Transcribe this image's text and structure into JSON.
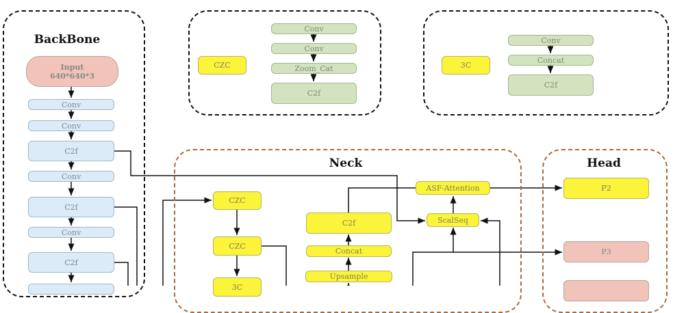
{
  "backbone": {
    "title": "BackBone",
    "input_label": "Input",
    "input_size": "640*640*3",
    "blocks": [
      "Conv",
      "Conv",
      "C2f",
      "Conv",
      "C2f",
      "Conv",
      "C2f"
    ]
  },
  "czc_def": {
    "name": "CZC",
    "blocks": [
      "Conv",
      "Conv",
      "Zoom_Cat",
      "C2f"
    ]
  },
  "c3_def": {
    "name": "3C",
    "blocks": [
      "Conv",
      "Concat",
      "C2f"
    ]
  },
  "neck": {
    "title": "Neck",
    "czc1": "CZC",
    "czc2": "CZC",
    "c3": "3C",
    "c2f": "C2f",
    "concat": "Concat",
    "upsample": "Upsample",
    "asf": "ASF-Attention",
    "scalseq": "ScalSeq"
  },
  "head": {
    "title": "Head",
    "p2": "P2",
    "p3": "P3"
  }
}
